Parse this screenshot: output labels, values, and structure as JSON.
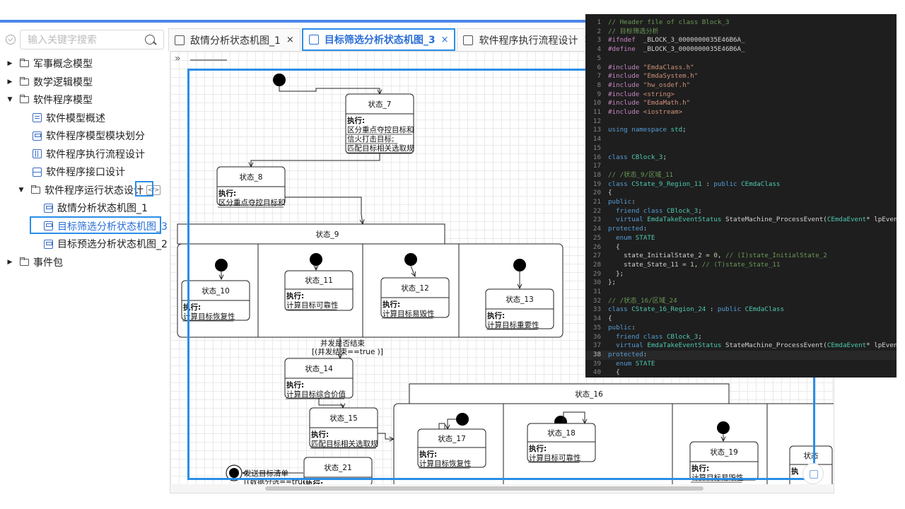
{
  "search": {
    "placeholder": "输入关键字搜索"
  },
  "tree": [
    {
      "label": "军事概念模型",
      "level": 0,
      "expanded": false,
      "icon": "folder-icon"
    },
    {
      "label": "数学逻辑模型",
      "level": 0,
      "expanded": false,
      "icon": "folder-icon"
    },
    {
      "label": "软件程序模型",
      "level": 0,
      "expanded": true,
      "icon": "folder-icon"
    },
    {
      "label": "软件模型概述",
      "level": 1,
      "icon": "document-icon"
    },
    {
      "label": "软件程序模型模块划分",
      "level": 1,
      "icon": "module-diagram-icon"
    },
    {
      "label": "软件程序执行流程设计",
      "level": 1,
      "icon": "flow-icon"
    },
    {
      "label": "软件程序接口设计",
      "level": 1,
      "icon": "table-icon"
    },
    {
      "label": "软件程序运行状态设计",
      "level": 1,
      "expanded": true,
      "icon": "folder-icon",
      "badge": "</>"
    },
    {
      "label": "敌情分析状态机图_1",
      "level": 2,
      "icon": "state-diagram-icon"
    },
    {
      "label": "目标筛选分析状态机图_3",
      "level": 2,
      "icon": "state-diagram-icon",
      "selected": true
    },
    {
      "label": "目标预选分析状态机图_2",
      "level": 2,
      "icon": "state-diagram-icon"
    },
    {
      "label": "事件包",
      "level": 0,
      "expanded": false,
      "icon": "folder-icon"
    }
  ],
  "tabs": [
    {
      "label": "敌情分析状态机图_1",
      "active": false
    },
    {
      "label": "目标筛选分析状态机图_3",
      "active": true
    },
    {
      "label": "软件程序执行流程设计",
      "active": false
    }
  ],
  "canvas": {
    "expand_label": "»"
  },
  "diagram": {
    "states": {
      "s7": {
        "name": "状态_7",
        "exec": "执行:",
        "body": [
          "区分重点夺控目标和",
          "信火打击目标;",
          "匹配目标相关选取规"
        ]
      },
      "s8": {
        "name": "状态_8",
        "exec": "执行:",
        "body": [
          "区分重点夺控目标和"
        ]
      },
      "s9": {
        "name": "状态_9"
      },
      "s10": {
        "name": "状态_10",
        "exec": "执行:",
        "body": [
          "计算目标恢复性"
        ]
      },
      "s11": {
        "name": "状态_11",
        "exec": "执行:",
        "body": [
          "计算目标可靠性"
        ]
      },
      "s12": {
        "name": "状态_12",
        "exec": "执行:",
        "body": [
          "计算目标易毁性"
        ]
      },
      "s13": {
        "name": "状态_13",
        "exec": "执行:",
        "body": [
          "计算目标重要性"
        ]
      },
      "s14": {
        "name": "状态_14",
        "exec": "执行:",
        "body": [
          "计算目标综合价值"
        ]
      },
      "s15": {
        "name": "状态_15",
        "exec": "执行:",
        "body": [
          "匹配目标相关选取规"
        ]
      },
      "s16": {
        "name": "状态_16"
      },
      "s17": {
        "name": "状态_17",
        "exec": "执行:",
        "body": [
          "计算目标恢复性"
        ]
      },
      "s18": {
        "name": "状态_18",
        "exec": "执行:",
        "body": [
          "计算目标可靠性"
        ]
      },
      "s19": {
        "name": "状态_19",
        "exec": "执行:",
        "body": [
          "计算目标易毁性"
        ]
      },
      "s21": {
        "name": "状态_21",
        "exec": "执行:"
      },
      "s_partial": {
        "name": "状态",
        "exec": "执"
      }
    },
    "transitions": {
      "t_join_name": "并发是否结束",
      "t_join_guard": "[(并发结束==true )]",
      "t_final_name": "发送目标清单",
      "t_final_guard": "[(数据分选==true )]"
    }
  },
  "code": {
    "current_line": 38,
    "lines": [
      [
        [
          "c-com",
          "// Header file of class Block_3"
        ]
      ],
      [
        [
          "c-com",
          "// 目标筛选分析"
        ]
      ],
      [
        [
          "c-pre",
          "#ifndef"
        ],
        [
          "",
          "  _BLOCK_3_0000000035E46B6A_"
        ]
      ],
      [
        [
          "c-pre",
          "#define"
        ],
        [
          "",
          "  _BLOCK_3_0000000035E46B6A_"
        ]
      ],
      [],
      [
        [
          "c-pre",
          "#include "
        ],
        [
          "c-str",
          "\"EmdaClass.h\""
        ]
      ],
      [
        [
          "c-pre",
          "#include "
        ],
        [
          "c-str",
          "\"EmdaSystem.h\""
        ]
      ],
      [
        [
          "c-pre",
          "#include "
        ],
        [
          "c-str",
          "\"hw_osdef.h\""
        ]
      ],
      [
        [
          "c-pre",
          "#include "
        ],
        [
          "c-str",
          "<string>"
        ]
      ],
      [
        [
          "c-pre",
          "#include "
        ],
        [
          "c-str",
          "\"EmdaMath.h\""
        ]
      ],
      [
        [
          "c-pre",
          "#include "
        ],
        [
          "c-str",
          "<iostream>"
        ]
      ],
      [],
      [
        [
          "c-kw",
          "using namespace "
        ],
        [
          "c-type",
          "std"
        ],
        [
          "",
          ";"
        ]
      ],
      [],
      [],
      [
        [
          "c-kw",
          "class "
        ],
        [
          "c-type",
          "CBlock_3"
        ],
        [
          "",
          ";"
        ]
      ],
      [],
      [
        [
          "c-com",
          "// /状态_9/区域_11"
        ]
      ],
      [
        [
          "c-kw",
          "class "
        ],
        [
          "c-type",
          "CState_9_Region_11"
        ],
        [
          "",
          " : "
        ],
        [
          "c-kw",
          "public "
        ],
        [
          "c-type",
          "CEmdaClass"
        ]
      ],
      [
        [
          "",
          "{"
        ]
      ],
      [
        [
          "c-kw",
          "public"
        ],
        [
          "",
          ":"
        ]
      ],
      [
        [
          "",
          "  "
        ],
        [
          "c-kw",
          "friend class "
        ],
        [
          "c-type",
          "CBlock_3"
        ],
        [
          "",
          ";"
        ]
      ],
      [
        [
          "",
          "  "
        ],
        [
          "c-kw",
          "virtual "
        ],
        [
          "c-type",
          "EmdaTakeEventStatus"
        ],
        [
          "",
          " StateMachine_ProcessEvent("
        ],
        [
          "c-type",
          "CEmdaEvent"
        ],
        [
          "",
          "* lpEvent);"
        ]
      ],
      [
        [
          "c-kw",
          "protected"
        ],
        [
          "",
          ":"
        ]
      ],
      [
        [
          "",
          "  "
        ],
        [
          "c-kw",
          "enum "
        ],
        [
          "c-type",
          "STATE"
        ]
      ],
      [
        [
          "",
          "  {"
        ]
      ],
      [
        [
          "",
          "    state_InitialState_2 = "
        ],
        [
          "c-num",
          "0"
        ],
        [
          "",
          ", "
        ],
        [
          "c-com",
          "// (I)state_InitialState_2"
        ]
      ],
      [
        [
          "",
          "    state_State_11 = "
        ],
        [
          "c-num",
          "1"
        ],
        [
          "",
          ", "
        ],
        [
          "c-com",
          "// (T)state_State_11"
        ]
      ],
      [
        [
          "",
          "  };"
        ]
      ],
      [
        [
          "",
          "};"
        ]
      ],
      [],
      [
        [
          "c-com",
          "// /状态_16/区域_24"
        ]
      ],
      [
        [
          "c-kw",
          "class "
        ],
        [
          "c-type",
          "CState_16_Region_24"
        ],
        [
          "",
          " : "
        ],
        [
          "c-kw",
          "public "
        ],
        [
          "c-type",
          "CEmdaClass"
        ]
      ],
      [
        [
          "",
          "{"
        ]
      ],
      [
        [
          "c-kw",
          "public"
        ],
        [
          "",
          ":"
        ]
      ],
      [
        [
          "",
          "  "
        ],
        [
          "c-kw",
          "friend class "
        ],
        [
          "c-type",
          "CBlock_3"
        ],
        [
          "",
          ";"
        ]
      ],
      [
        [
          "",
          "  "
        ],
        [
          "c-kw",
          "virtual "
        ],
        [
          "c-type",
          "EmdaTakeEventStatus"
        ],
        [
          "",
          " StateMachine_ProcessEvent("
        ],
        [
          "c-type",
          "CEmdaEvent"
        ],
        [
          "",
          "* lpEvent);"
        ]
      ],
      [
        [
          "c-kw",
          "protected"
        ],
        [
          "",
          ":"
        ]
      ],
      [
        [
          "",
          "  "
        ],
        [
          "c-kw",
          "enum "
        ],
        [
          "c-type",
          "STATE"
        ]
      ],
      [
        [
          "",
          "  {"
        ]
      ]
    ]
  }
}
